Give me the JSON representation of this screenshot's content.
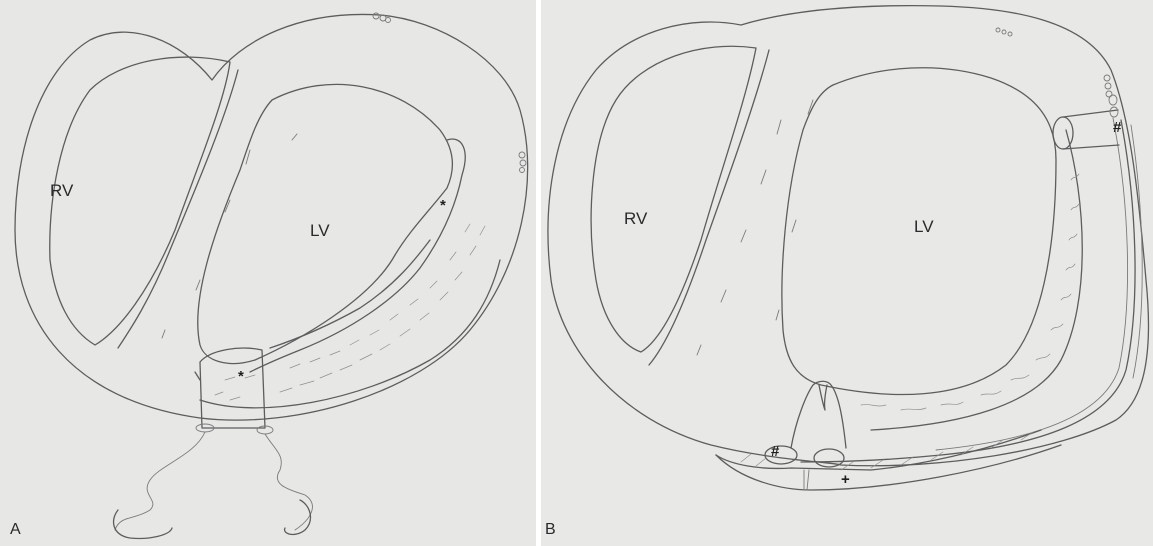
{
  "panel_a": {
    "letter": "A",
    "rv_label": "RV",
    "lv_label": "LV",
    "markers": [
      "*",
      "*"
    ]
  },
  "panel_b": {
    "letter": "B",
    "rv_label": "RV",
    "lv_label": "LV",
    "markers": [
      "#",
      "#",
      "+"
    ]
  }
}
